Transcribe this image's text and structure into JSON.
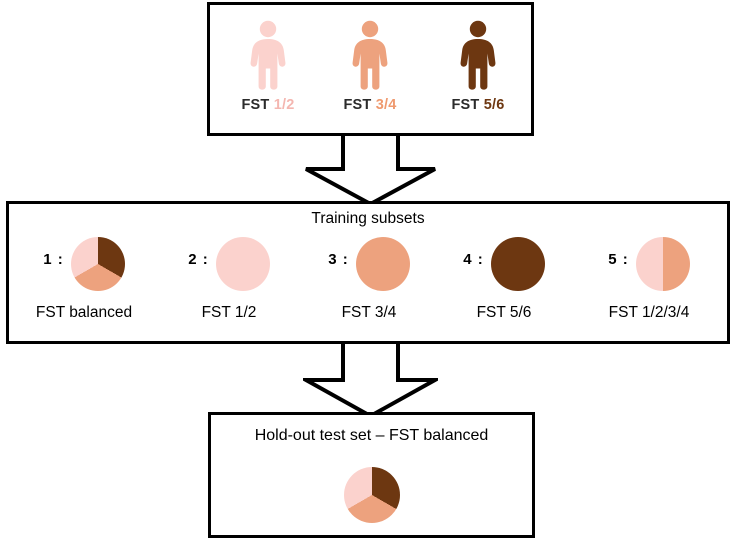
{
  "colors": {
    "fst_light": "#fbd2cd",
    "fst_medium": "#eda27e",
    "fst_dark": "#6d3711",
    "label_dark": "#2b2b2b",
    "border": "#000000",
    "background": "#ffffff"
  },
  "top_box": {
    "name": "skin-tone-legend",
    "groups": [
      {
        "icon": "person-icon",
        "tone": "light",
        "label_prefix": "FST",
        "label_value": "1/2",
        "color": "#fbd2cd"
      },
      {
        "icon": "person-icon",
        "tone": "medium",
        "label_prefix": "FST",
        "label_value": "3/4",
        "color": "#eda27e"
      },
      {
        "icon": "person-icon",
        "tone": "dark",
        "label_prefix": "FST",
        "label_value": "5/6",
        "color": "#6d3711"
      }
    ]
  },
  "middle_box": {
    "title": "Training subsets",
    "subsets": [
      {
        "index": "1 :",
        "caption": "FST balanced",
        "pie": {
          "type": "pie",
          "slices": [
            {
              "label": "FST 5/6",
              "value": 33.3,
              "color": "#6d3711"
            },
            {
              "label": "FST 3/4",
              "value": 33.3,
              "color": "#eda27e"
            },
            {
              "label": "FST 1/2",
              "value": 33.3,
              "color": "#fbd2cd"
            }
          ]
        }
      },
      {
        "index": "2 :",
        "caption": "FST 1/2",
        "pie": {
          "type": "pie",
          "slices": [
            {
              "label": "FST 1/2",
              "value": 100,
              "color": "#fbd2cd"
            }
          ]
        }
      },
      {
        "index": "3 :",
        "caption": "FST 3/4",
        "pie": {
          "type": "pie",
          "slices": [
            {
              "label": "FST 3/4",
              "value": 100,
              "color": "#eda27e"
            }
          ]
        }
      },
      {
        "index": "4 :",
        "caption": "FST 5/6",
        "pie": {
          "type": "pie",
          "slices": [
            {
              "label": "FST 5/6",
              "value": 100,
              "color": "#6d3711"
            }
          ]
        }
      },
      {
        "index": "5 :",
        "caption": "FST 1/2/3/4",
        "pie": {
          "type": "pie",
          "slices": [
            {
              "label": "FST 3/4",
              "value": 50,
              "color": "#eda27e"
            },
            {
              "label": "FST 1/2",
              "value": 50,
              "color": "#fbd2cd"
            }
          ]
        }
      }
    ]
  },
  "bottom_box": {
    "title": "Hold-out test set – FST balanced",
    "pie": {
      "type": "pie",
      "slices": [
        {
          "label": "FST 5/6",
          "value": 33.3,
          "color": "#6d3711"
        },
        {
          "label": "FST 3/4",
          "value": 33.3,
          "color": "#eda27e"
        },
        {
          "label": "FST 1/2",
          "value": 33.3,
          "color": "#fbd2cd"
        }
      ]
    }
  },
  "arrows": [
    {
      "name": "arrow-top-to-middle",
      "direction": "down"
    },
    {
      "name": "arrow-middle-to-bottom",
      "direction": "down"
    }
  ]
}
